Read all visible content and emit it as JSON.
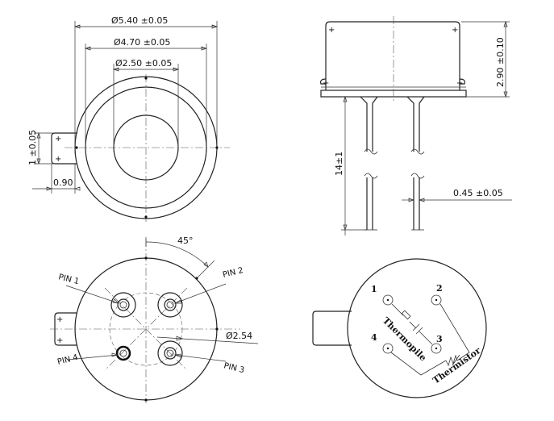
{
  "top_view": {
    "dim_outer": "Ø5.40 ±0.05",
    "dim_cap": "Ø4.70 ±0.05",
    "dim_window": "Ø2.50 ±0.05",
    "dim_tab_height": "1 ±0.05",
    "dim_tab_width": "0.90"
  },
  "side_view": {
    "dim_cap_height": "2.90 ±0.10",
    "dim_lead_length": "14±1",
    "dim_lead_diameter": "0.45 ±0.05"
  },
  "bottom_view": {
    "angle": "45°",
    "pitch_circle": "Ø2.54",
    "pin1": "PIN 1",
    "pin2": "PIN 2",
    "pin3": "PIN 3",
    "pin4": "PIN 4"
  },
  "schematic": {
    "pin1": "1",
    "pin2": "2",
    "pin3": "3",
    "pin4": "4",
    "thermopile": "Thermopile",
    "thermistor": "Thermistor"
  }
}
